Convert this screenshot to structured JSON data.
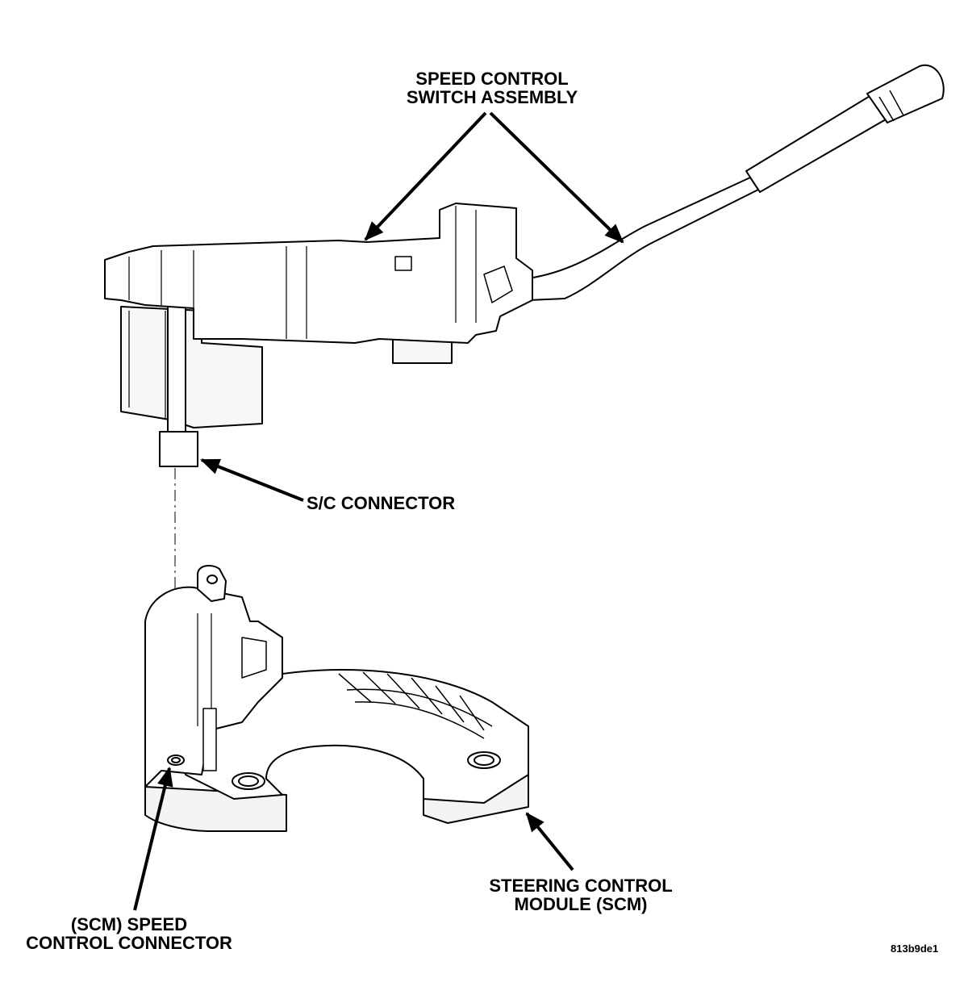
{
  "labels": {
    "switch_assembly": [
      "SPEED CONTROL",
      "SWITCH ASSEMBLY"
    ],
    "sc_connector": "S/C CONNECTOR",
    "scm_connector": [
      "(SCM) SPEED",
      "CONTROL CONNECTOR"
    ],
    "steering_module": [
      "STEERING CONTROL",
      "MODULE (SCM)"
    ]
  },
  "figure_code": "813b9de1",
  "colors": {
    "line": "#000000",
    "background": "#ffffff",
    "shade": "#d9d9d9"
  }
}
